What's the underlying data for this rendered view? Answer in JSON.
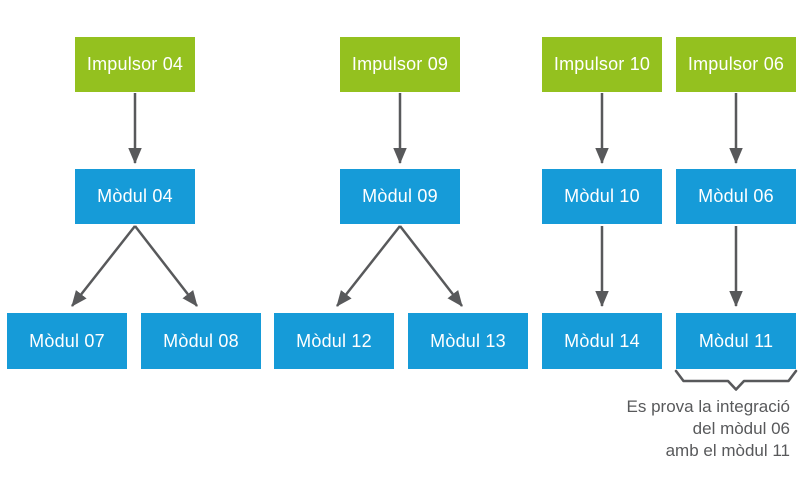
{
  "diagram": {
    "type": "flow-hierarchy",
    "colors": {
      "impulsor_fill": "#94C11F",
      "modul_fill": "#169BD8",
      "box_text": "#FFFFFF",
      "arrow": "#58595B",
      "annotation_text": "#58595B",
      "background": "#FFFFFF"
    },
    "boxes": {
      "impulsor04": "Impulsor 04",
      "impulsor09": "Impulsor 09",
      "impulsor10": "Impulsor 10",
      "impulsor06": "Impulsor 06",
      "modul04": "Mòdul 04",
      "modul09": "Mòdul 09",
      "modul10": "Mòdul 10",
      "modul06": "Mòdul 06",
      "modul07": "Mòdul 07",
      "modul08": "Mòdul 08",
      "modul12": "Mòdul 12",
      "modul13": "Mòdul 13",
      "modul14": "Mòdul 14",
      "modul11": "Mòdul 11"
    },
    "relations": [
      {
        "from": "Impulsor 04",
        "to": "Mòdul 04"
      },
      {
        "from": "Impulsor 09",
        "to": "Mòdul 09"
      },
      {
        "from": "Impulsor 10",
        "to": "Mòdul 10"
      },
      {
        "from": "Impulsor 06",
        "to": "Mòdul 06"
      },
      {
        "from": "Mòdul 04",
        "to": "Mòdul 07"
      },
      {
        "from": "Mòdul 04",
        "to": "Mòdul 08"
      },
      {
        "from": "Mòdul 09",
        "to": "Mòdul 12"
      },
      {
        "from": "Mòdul 09",
        "to": "Mòdul 13"
      },
      {
        "from": "Mòdul 10",
        "to": "Mòdul 14"
      },
      {
        "from": "Mòdul 06",
        "to": "Mòdul 11"
      }
    ],
    "annotation": {
      "line1": "Es prova la integració",
      "line2": "del mòdul 06",
      "line3": "amb el mòdul 11"
    }
  }
}
